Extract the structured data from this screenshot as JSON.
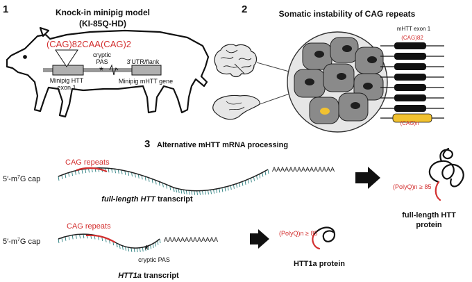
{
  "panel1": {
    "number": "1",
    "title_line1": "Knock-in minipig model",
    "title_line2": "(KI-85Q-HD)",
    "repeat_label": "(CAG)82CAA(CAG)2",
    "cryptic_label_1": "cryptic",
    "cryptic_label_2": "PAS",
    "utr_label": "3'UTR/flank",
    "exon_label_1": "Minipig HTT",
    "exon_label_2": "exon 1",
    "gene_label": "Minipig mHTT gene"
  },
  "panel2": {
    "number": "2",
    "title": "Somatic instability of CAG repeats",
    "exon_title": "mHTT exon 1",
    "top_repeat": "(CAG)82",
    "bottom_repeat": "(CAG)n",
    "colors": {
      "cell_nucleus": "#1e1e1e",
      "expanded": "#f2c230"
    }
  },
  "panel3": {
    "number": "3",
    "title": "Alternative mHTT mRNA processing",
    "full": {
      "cap_prefix": "5′-m",
      "cap_sup": "7",
      "cap_suffix": "G cap",
      "cag_label": "CAG repeats",
      "polya": "AAAAAAAAAAAAAAA",
      "transcript_italic": "full-length HTT",
      "transcript_rest": " transcript",
      "polyq_label": "(PolyQ)n ≥ 85",
      "protein_line1": "full-length HTT",
      "protein_line2": "protein"
    },
    "short": {
      "cap_prefix": "5′-m",
      "cap_sup": "7",
      "cap_suffix": "G cap",
      "cag_label": "CAG repeats",
      "polya": "AAAAAAAAAAAAA",
      "pas_label": "cryptic PAS",
      "transcript_italic": "HTT1a",
      "transcript_rest": " transcript",
      "polyq_label": "(PolyQ)n ≥ 85",
      "protein_label": "HTT1a protein"
    }
  }
}
